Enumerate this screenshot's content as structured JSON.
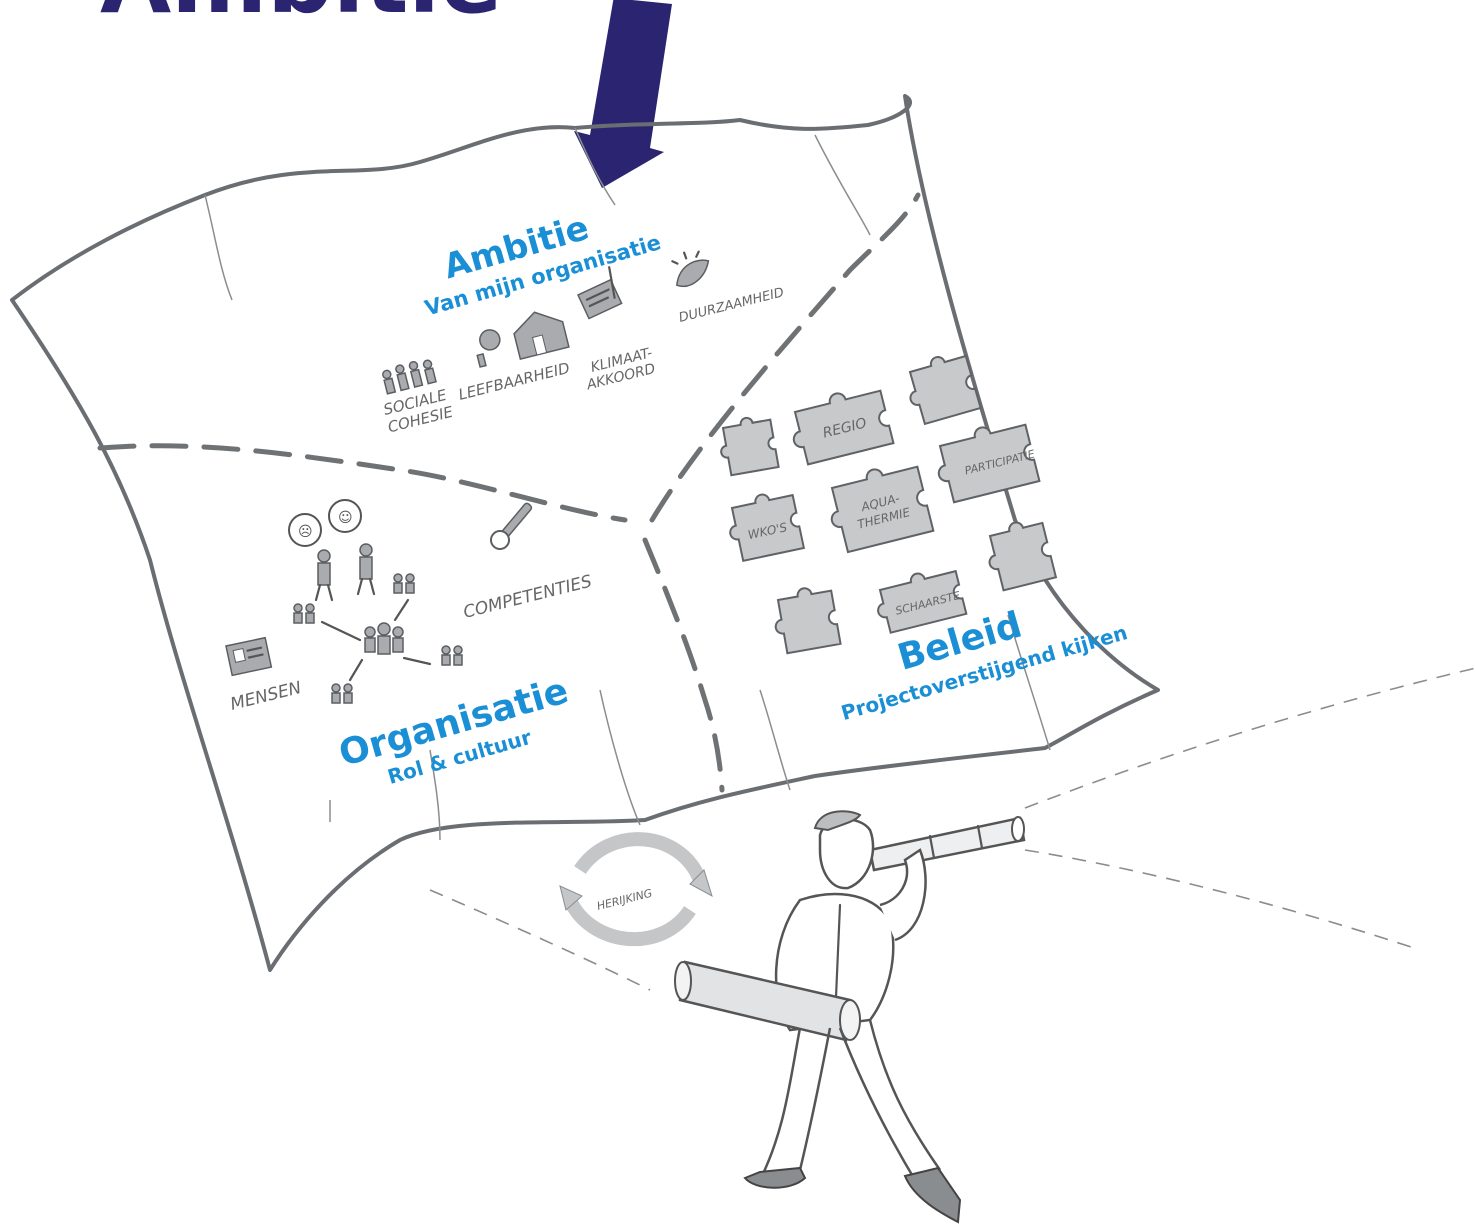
{
  "colors": {
    "title": "#2b2571",
    "arrow": "#2b2571",
    "section": "#1a8fd6",
    "map_outline": "#6a6e72"
  },
  "title": "Ambitie",
  "sections": {
    "ambitie": {
      "title": "Ambitie",
      "subtitle": "Van mijn organisatie"
    },
    "organisatie": {
      "title": "Organisatie",
      "subtitle": "Rol & cultuur"
    },
    "beleid": {
      "title": "Beleid",
      "subtitle": "Projectoverstijgend kijken"
    }
  },
  "ambitie_items": {
    "sociale_1": "SOCIALE",
    "sociale_2": "COHESIE",
    "leefbaarheid": "LEEFBAARHEID",
    "klimaat_1": "KLIMAAT-",
    "klimaat_2": "AKKOORD",
    "duurzaamheid": "DUURZAAMHEID"
  },
  "organisatie_items": {
    "competenties": "COMPETENTIES",
    "mensen": "MENSEN"
  },
  "puzzle_labels": {
    "regio": "REGIO",
    "wko": "WKO'S",
    "aqua_1": "AQUA-",
    "aqua_2": "THERMIE",
    "participatie": "PARTICIPATIE",
    "schaarste": "SCHAARSTE"
  },
  "cycle_label": "HERIJKING",
  "icons": [
    "down-arrow-icon",
    "people-icon",
    "house-icon",
    "document-icon",
    "leaf-icon",
    "wrench-icon",
    "id-card-icon",
    "telescope-icon",
    "cycle-icon",
    "puzzle-icon"
  ]
}
